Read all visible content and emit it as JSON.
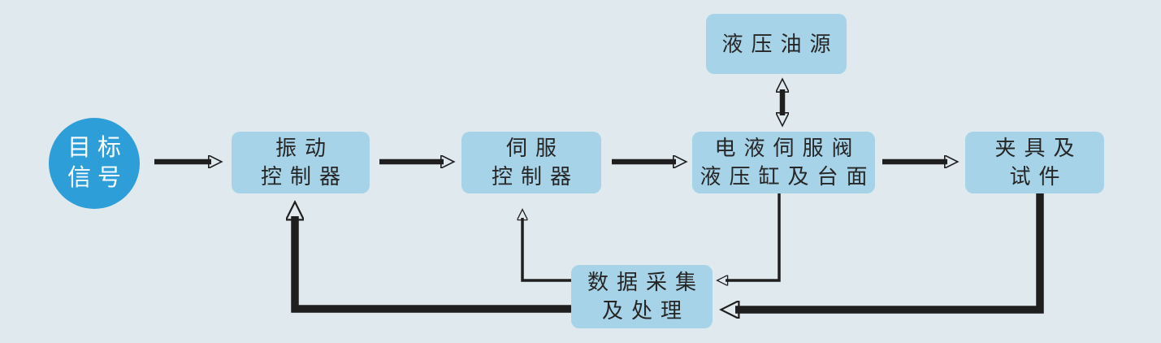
{
  "colors": {
    "background": "#e0e9ee",
    "node_fill": "#a6d3e8",
    "circle_fill": "#2d9ed8",
    "arrow": "#1f1f1f",
    "node_text": "#262626",
    "circle_text": "#ffffff"
  },
  "nodes": {
    "target_signal": {
      "line1": "目标",
      "line2": "信号"
    },
    "vibration_controller": {
      "line1": "振动",
      "line2": "控制器"
    },
    "servo_controller": {
      "line1": "伺服",
      "line2": "控制器"
    },
    "hydraulic_oil_source": {
      "line1": "液压油源"
    },
    "servo_valve_cylinder": {
      "line1": "电液伺服阀",
      "line2": "液压缸及台面"
    },
    "fixture_specimen": {
      "line1": "夹具及",
      "line2": "试件"
    },
    "data_acquisition": {
      "line1": "数据采集",
      "line2": "及处理"
    }
  }
}
